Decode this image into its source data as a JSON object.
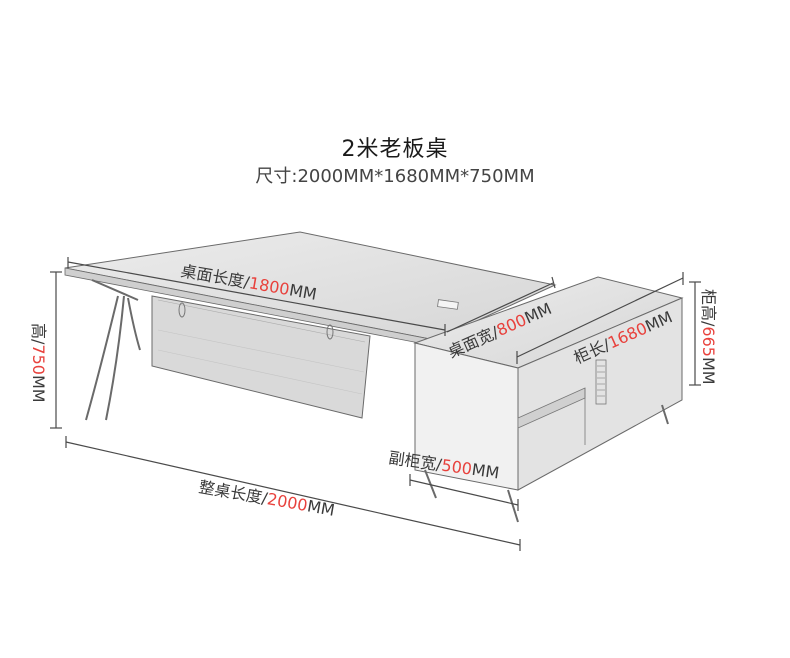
{
  "title": "2米老板桌",
  "subtitle": "尺寸:2000MM*1680MM*750MM",
  "dimensions": {
    "desk_length": {
      "label": "桌面长度/",
      "value": "1800",
      "unit": "MM"
    },
    "desk_width": {
      "label": "桌面宽/",
      "value": "800",
      "unit": "MM"
    },
    "cabinet_length": {
      "label": "柜长/",
      "value": "1680",
      "unit": "MM"
    },
    "cabinet_height": {
      "label": "柜高/",
      "value": "665",
      "unit": "MM"
    },
    "height": {
      "label": "高/",
      "value": "750",
      "unit": "MM"
    },
    "side_cabinet_width": {
      "label": "副柜宽/",
      "value": "500",
      "unit": "MM"
    },
    "total_length": {
      "label": "整桌长度/",
      "value": "2000",
      "unit": "MM"
    }
  },
  "colors": {
    "accent": "#e8413c",
    "line": "#555555"
  }
}
